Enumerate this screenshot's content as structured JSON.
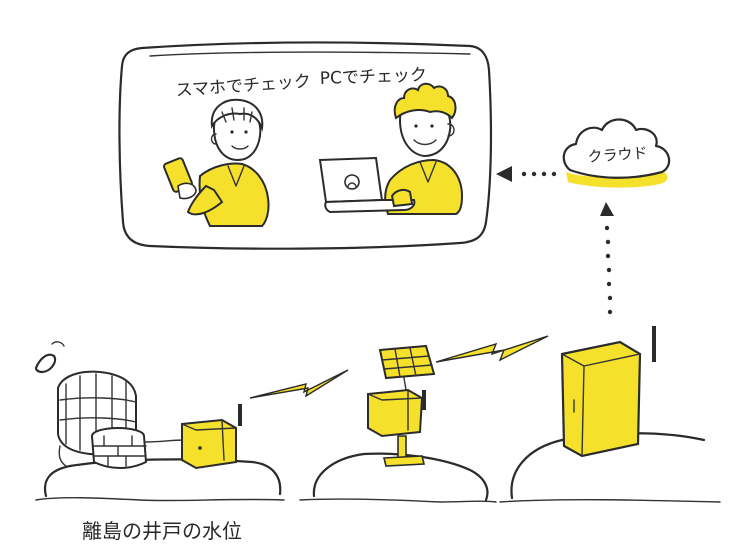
{
  "labels": {
    "smartphone_check": "スマホでチェック",
    "pc_check": "PCでチェック",
    "cloud": "クラウド",
    "caption": "離島の井戸の水位"
  },
  "colors": {
    "accent_yellow": "#f5e12c",
    "ink": "#2b2b2b",
    "background": "#ffffff"
  },
  "icons": [
    "monitor-screen-frame",
    "person-smartphone-icon",
    "person-laptop-icon",
    "cloud-icon",
    "water-drop-icon",
    "well-tank-icon",
    "sensor-box-icon",
    "solar-panel-icon",
    "relay-station-icon",
    "base-station-cabinet-icon",
    "lightning-signal-icon"
  ]
}
